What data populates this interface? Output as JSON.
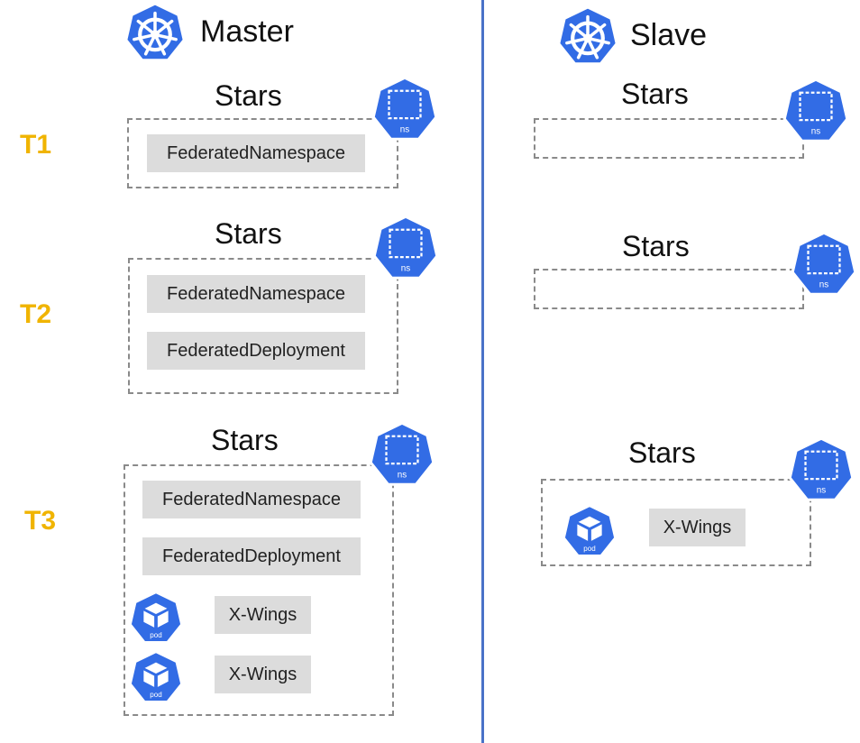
{
  "master": {
    "title": "Master",
    "logo_icon": "kubernetes-helm-icon"
  },
  "slave": {
    "title": "Slave",
    "logo_icon": "kubernetes-helm-icon"
  },
  "colors": {
    "k8s_blue": "#326ce5",
    "divider": "#4a72c8",
    "step": "#f0b400",
    "chip": "#dcdcdc",
    "dash": "#8a8a8a"
  },
  "steps": [
    "T1",
    "T2",
    "T3"
  ],
  "namespace_name": "Stars",
  "ns_icon_label": "ns",
  "pod_icon_label": "pod",
  "t1": {
    "master": {
      "namespace": "Stars",
      "resources": [
        "FederatedNamespace"
      ]
    },
    "slave": {
      "namespace": "Stars",
      "resources": []
    }
  },
  "t2": {
    "master": {
      "namespace": "Stars",
      "resources": [
        "FederatedNamespace",
        "FederatedDeployment"
      ]
    },
    "slave": {
      "namespace": "Stars",
      "resources": []
    }
  },
  "t3": {
    "master": {
      "namespace": "Stars",
      "resources": [
        "FederatedNamespace",
        "FederatedDeployment"
      ],
      "pods": [
        "X-Wings",
        "X-Wings"
      ]
    },
    "slave": {
      "namespace": "Stars",
      "resources": [],
      "pods": [
        "X-Wings"
      ]
    }
  }
}
